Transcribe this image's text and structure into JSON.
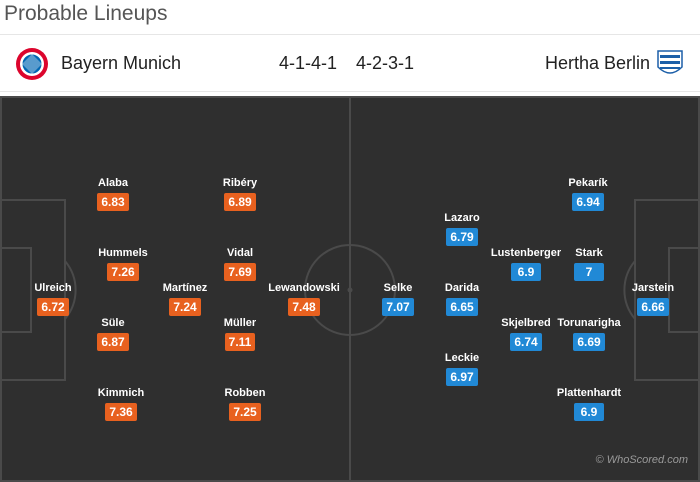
{
  "page_title": "Probable Lineups",
  "home": {
    "name": "Bayern Munich",
    "formation": "4-1-4-1",
    "color": "#e8611f",
    "players": [
      {
        "name": "Ulreich",
        "rating": "6.72"
      },
      {
        "name": "Alaba",
        "rating": "6.83"
      },
      {
        "name": "Hummels",
        "rating": "7.26"
      },
      {
        "name": "Süle",
        "rating": "6.87"
      },
      {
        "name": "Kimmich",
        "rating": "7.36"
      },
      {
        "name": "Martínez",
        "rating": "7.24"
      },
      {
        "name": "Ribéry",
        "rating": "6.89"
      },
      {
        "name": "Vidal",
        "rating": "7.69"
      },
      {
        "name": "Müller",
        "rating": "7.11"
      },
      {
        "name": "Robben",
        "rating": "7.25"
      },
      {
        "name": "Lewandowski",
        "rating": "7.48"
      }
    ]
  },
  "away": {
    "name": "Hertha Berlin",
    "formation": "4-2-3-1",
    "color": "#2189d6",
    "players": [
      {
        "name": "Jarstein",
        "rating": "6.66"
      },
      {
        "name": "Pekarík",
        "rating": "6.94"
      },
      {
        "name": "Stark",
        "rating": "7"
      },
      {
        "name": "Torunarigha",
        "rating": "6.69"
      },
      {
        "name": "Plattenhardt",
        "rating": "6.9"
      },
      {
        "name": "Lustenberger",
        "rating": "6.9"
      },
      {
        "name": "Skjelbred",
        "rating": "6.74"
      },
      {
        "name": "Lazaro",
        "rating": "6.79"
      },
      {
        "name": "Darida",
        "rating": "6.65"
      },
      {
        "name": "Leckie",
        "rating": "6.97"
      },
      {
        "name": "Selke",
        "rating": "7.07"
      }
    ]
  },
  "watermark": "© WhoScored.com"
}
